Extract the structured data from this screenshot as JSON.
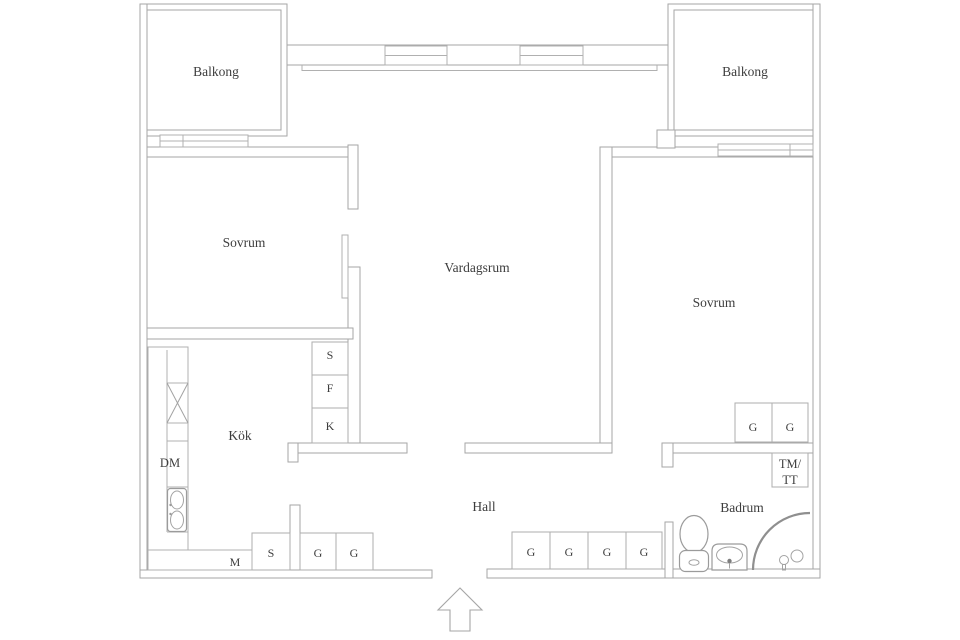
{
  "rooms": {
    "balkong_left": "Balkong",
    "balkong_right": "Balkong",
    "sovrum_left": "Sovrum",
    "vardagsrum": "Vardagsrum",
    "sovrum_right": "Sovrum",
    "kok": "Kök",
    "hall": "Hall",
    "badrum": "Badrum"
  },
  "appliances": {
    "dishwasher": "DM",
    "laundry_line1": "TM/",
    "laundry_line2": "TT"
  },
  "closets": {
    "pantry_column": [
      "S",
      "F",
      "K"
    ],
    "kitchen_row": [
      "M",
      "S"
    ],
    "hall_row_left": [
      "G",
      "G"
    ],
    "hall_row_right": [
      "G",
      "G",
      "G",
      "G"
    ],
    "sovrum_right_row": [
      "G",
      "G"
    ]
  },
  "colors": {
    "wall": "#a6a6a6",
    "text": "#3d3d3d",
    "fixture": "#9b9b9b",
    "background": "#ffffff"
  }
}
